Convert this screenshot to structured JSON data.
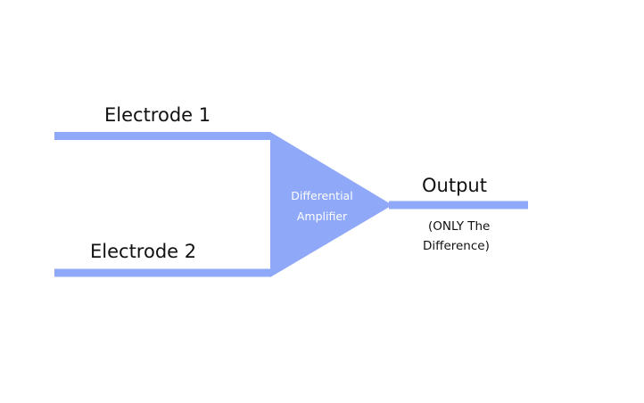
{
  "colors": {
    "wire": "#8fa8f8",
    "amplifier_fill": "#8fa8f8",
    "amplifier_text": "#ffffff",
    "label_text": "#111111",
    "background": "#ffffff"
  },
  "inputs": [
    {
      "label": "Electrode 1"
    },
    {
      "label": "Electrode 2"
    }
  ],
  "amplifier": {
    "label_line1": "Differential",
    "label_line2": "Amplifier"
  },
  "output": {
    "label": "Output",
    "note_line1": "(ONLY The",
    "note_line2": "Difference)"
  }
}
